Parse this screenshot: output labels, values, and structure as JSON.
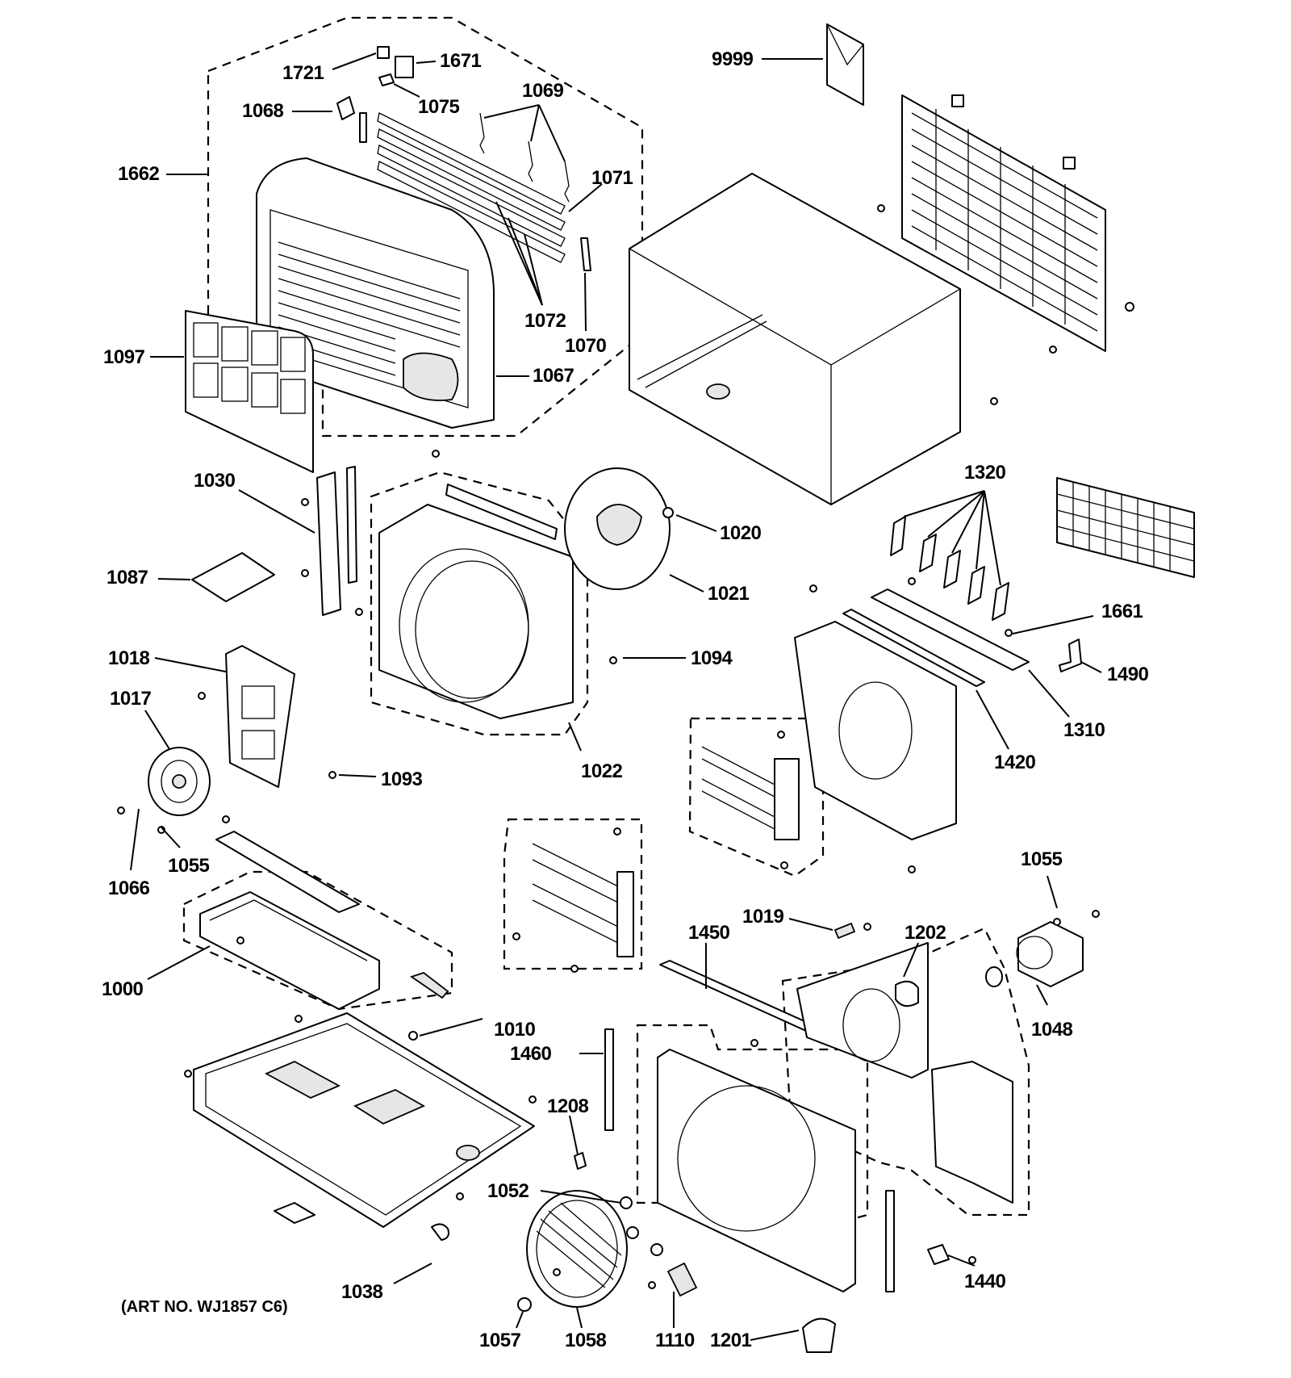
{
  "labels": {
    "l1721": "1721",
    "l1671": "1671",
    "l1075": "1075",
    "l1068": "1068",
    "l1069": "1069",
    "l1662": "1662",
    "l1071": "1071",
    "l1072": "1072",
    "l1070": "1070",
    "l1097": "1097",
    "l1067": "1067",
    "l9999": "9999",
    "l1030": "1030",
    "l1020": "1020",
    "l1021": "1021",
    "l1087": "1087",
    "l1320": "1320",
    "l1661": "1661",
    "l1490": "1490",
    "l1310": "1310",
    "l1420": "1420",
    "l1018": "1018",
    "l1094": "1094",
    "l1017": "1017",
    "l1022": "1022",
    "l1093": "1093",
    "l1066": "1066",
    "l1055a": "1055",
    "l1055b": "1055",
    "l1000": "1000",
    "l1019": "1019",
    "l1202": "1202",
    "l1450": "1450",
    "l1048": "1048",
    "l1010": "1010",
    "l1460": "1460",
    "l1208": "1208",
    "l1052": "1052",
    "l1440": "1440",
    "l1038": "1038",
    "l1057": "1057",
    "l1058": "1058",
    "l1110": "1110",
    "l1201": "1201"
  },
  "footer": {
    "art_no": "(ART NO. WJ1857 C6)"
  }
}
